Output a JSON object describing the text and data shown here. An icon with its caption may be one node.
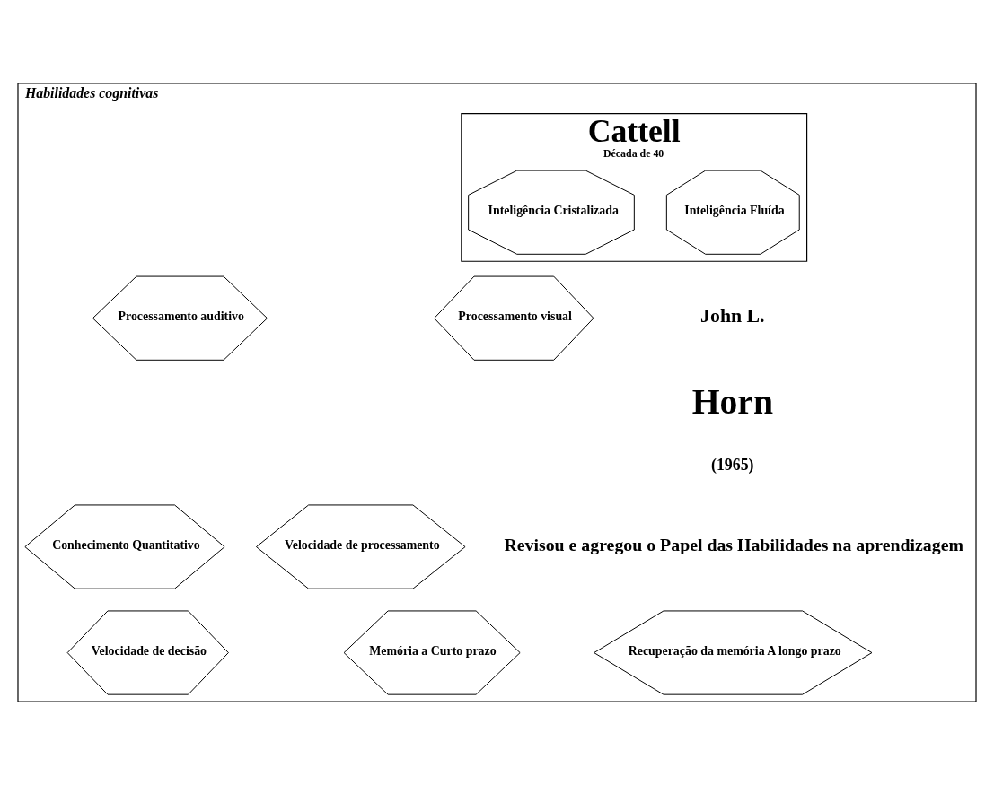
{
  "diagram": {
    "nodes": [
      {
        "text": [
          "Habilidades cognitivas"
        ]
      },
      {
        "text": [
          "Cattell",
          "Década de 40"
        ],
        "in": 0
      },
      {
        "text": [
          "Inteligência Fluída"
        ],
        "in": 1
      },
      {
        "text": [
          "Inteligência Cristalizada"
        ],
        "in": 1
      },
      {
        "text": [
          "Processamento visual"
        ],
        "in": 0
      },
      {
        "text": [
          "Processamento auditivo"
        ],
        "in": 0
      },
      {
        "text": [
          "Velocidade de processamento"
        ],
        "in": 0
      },
      {
        "text": [
          "Conhecimento Quantitativo"
        ],
        "in": 0
      },
      {
        "text": [
          "Memória a Curto prazo"
        ],
        "in": 0
      },
      {
        "text": [
          "Recuperação da memória A longo prazo"
        ],
        "in": 0
      },
      {
        "text": [
          "Velocidade de decisão"
        ],
        "in": 0
      }
    ],
    "edges": [],
    "labels": [
      "John L.",
      "Horn",
      "(1965)",
      "Revisou e agregou o Papel das Habilidades na aprendizagem"
    ]
  }
}
